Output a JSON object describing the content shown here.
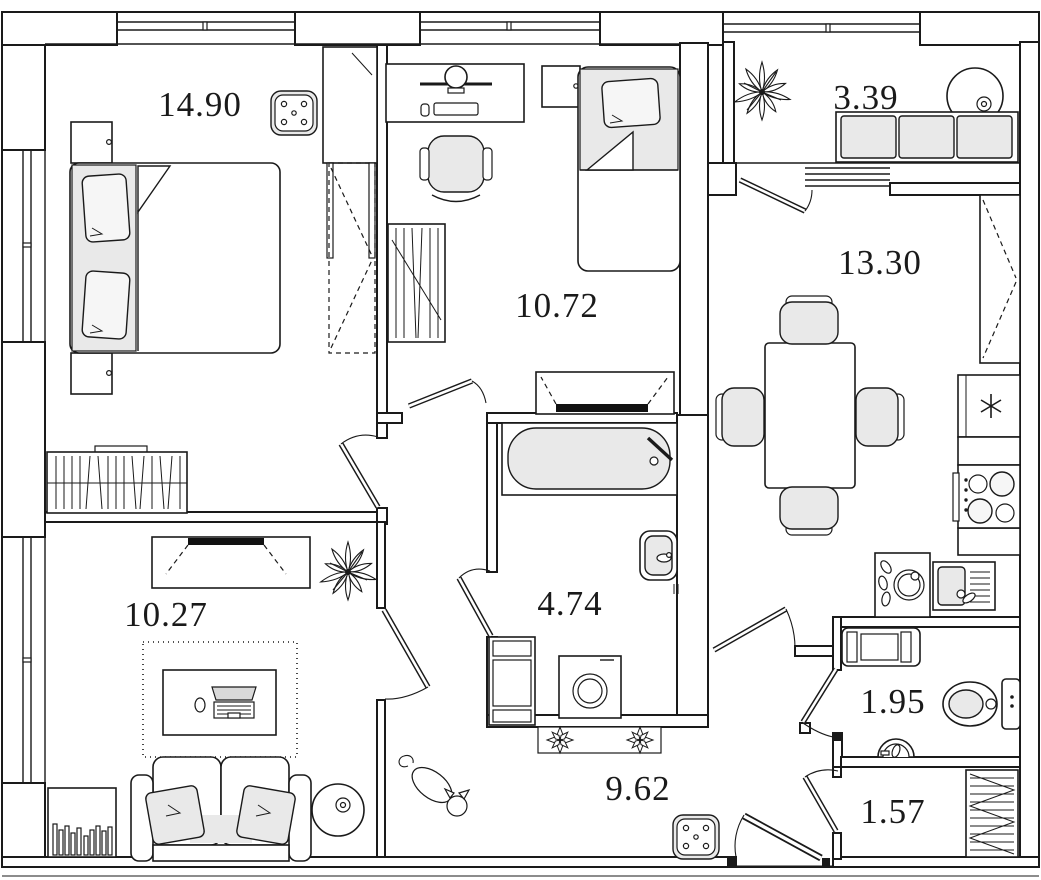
{
  "colors": {
    "ink": "#1a1a1a",
    "furniture_fill": "#e9e9e9",
    "background": "#ffffff"
  },
  "rooms": {
    "bedroom": {
      "area": "14.90"
    },
    "kids_room": {
      "area": "10.72"
    },
    "balcony": {
      "area": "3.39"
    },
    "kitchen": {
      "area": "13.30"
    },
    "living_room": {
      "area": "10.27"
    },
    "bathroom": {
      "area": "4.74"
    },
    "wc": {
      "area": "1.95"
    },
    "hallway": {
      "area": "9.62"
    },
    "closet": {
      "area": "1.57"
    }
  }
}
